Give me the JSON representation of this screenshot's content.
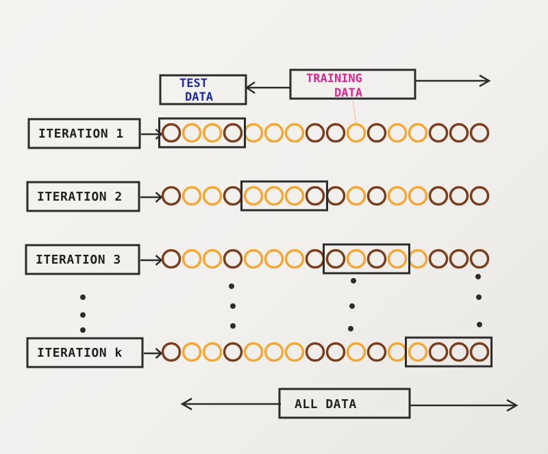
{
  "legend": {
    "test_line1": "TEST",
    "test_line2": "DATA",
    "train_line1": "TRAINING",
    "train_line2": "DATA"
  },
  "bottom_label": "ALL DATA",
  "colors": {
    "ink": "#2b2b2b",
    "dark_circle": "#7a3e1c",
    "light_circle": "#f5a733",
    "test_text": "#1f2aa8",
    "train_text": "#e0268f"
  },
  "rows": [
    {
      "label": "ITERATION 1",
      "pattern": [
        "d",
        "l",
        "l",
        "d",
        "l",
        "l",
        "l",
        "d",
        "d",
        "l",
        "d",
        "l",
        "l",
        "d",
        "d",
        "d"
      ],
      "test_range": [
        0,
        3
      ]
    },
    {
      "label": "ITERATION 2",
      "pattern": [
        "d",
        "l",
        "l",
        "d",
        "l",
        "l",
        "l",
        "d",
        "d",
        "l",
        "d",
        "l",
        "l",
        "d",
        "d",
        "d"
      ],
      "test_range": [
        4,
        7
      ]
    },
    {
      "label": "ITERATION 3",
      "pattern": [
        "d",
        "l",
        "l",
        "d",
        "l",
        "l",
        "l",
        "d",
        "d",
        "l",
        "d",
        "l",
        "l",
        "d",
        "d",
        "d"
      ],
      "test_range": [
        8,
        11
      ]
    },
    {
      "label": "ITERATION k",
      "pattern": [
        "d",
        "l",
        "l",
        "d",
        "l",
        "l",
        "l",
        "d",
        "d",
        "l",
        "d",
        "l",
        "l",
        "d",
        "d",
        "d"
      ],
      "test_range": [
        12,
        15
      ]
    }
  ]
}
